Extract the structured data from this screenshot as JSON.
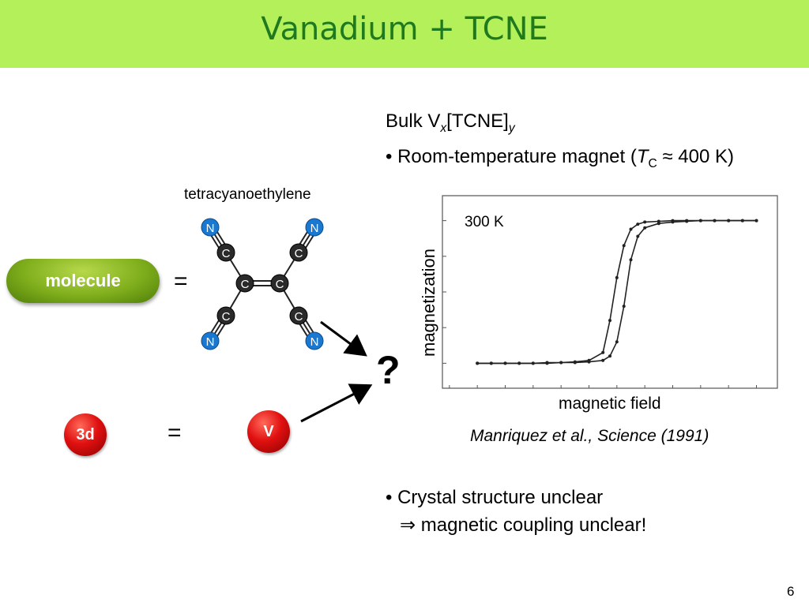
{
  "slide": {
    "title": "Vanadium + TCNE",
    "page_number": "6"
  },
  "left": {
    "molecule_caption": "tetracyanoethylene",
    "molecule_pill": "molecule",
    "equals_1": "=",
    "equals_2": "=",
    "ball_3d": "3d",
    "ball_v": "V",
    "question": "?",
    "atom_n": "N",
    "atom_c": "C"
  },
  "right": {
    "bulk_prefix": "Bulk V",
    "bulk_sub_x": "x",
    "bulk_mid": "[TCNE]",
    "bulk_sub_y": "y",
    "bullet1_prefix": "• Room-temperature magnet (",
    "bullet1_T": "T",
    "bullet1_T_sub": "C",
    "bullet1_suffix": " ≈ 400 K)",
    "citation": "Manriquez et al., Science (1991)",
    "bullet2_line1": "• Crystal structure unclear",
    "bullet2_line2": "⇒ magnetic coupling unclear!"
  },
  "chart_data": {
    "type": "line",
    "title": "300 K",
    "xlabel": "magnetic field",
    "ylabel": "magnetization",
    "series": [
      {
        "x": [
          -1.0,
          -0.9,
          -0.8,
          -0.7,
          -0.6,
          -0.5,
          -0.4,
          -0.3,
          -0.2,
          -0.1,
          -0.05,
          0.0,
          0.05,
          0.1,
          0.15,
          0.2,
          0.3,
          0.4,
          0.5,
          0.6,
          0.7,
          0.8,
          0.9,
          1.0
        ],
        "values": [
          -1.0,
          -1.0,
          -1.0,
          -1.0,
          -1.0,
          -0.99,
          -0.99,
          -0.98,
          -0.96,
          -0.85,
          -0.4,
          0.2,
          0.65,
          0.88,
          0.95,
          0.98,
          0.99,
          1.0,
          1.0,
          1.0,
          1.0,
          1.0,
          1.0,
          1.0
        ]
      },
      {
        "x": [
          -1.0,
          -0.9,
          -0.8,
          -0.7,
          -0.6,
          -0.5,
          -0.4,
          -0.3,
          -0.2,
          -0.1,
          -0.05,
          0.0,
          0.05,
          0.1,
          0.15,
          0.2,
          0.3,
          0.4,
          0.5,
          0.6,
          0.7,
          0.8,
          0.9,
          1.0
        ],
        "values": [
          -1.0,
          -1.0,
          -1.0,
          -1.0,
          -1.0,
          -1.0,
          -0.99,
          -0.99,
          -0.98,
          -0.96,
          -0.9,
          -0.7,
          -0.2,
          0.45,
          0.78,
          0.9,
          0.96,
          0.98,
          0.99,
          1.0,
          1.0,
          1.0,
          1.0,
          1.0
        ]
      }
    ],
    "xlim": [
      -1.25,
      1.15
    ],
    "ylim": [
      -1.35,
      1.35
    ],
    "grid": false,
    "colors": {
      "line": "#222222"
    }
  },
  "colors": {
    "title_bar": "#b3f05a",
    "title_text": "#1f7a1f",
    "pill_green": "#7fae1c",
    "ball_red": "#e01010",
    "atom_n_blue": "#1a78d0",
    "atom_c_dark": "#2a2a2a"
  },
  "icons": {
    "arrow_1": "arrow-icon",
    "arrow_2": "arrow-icon"
  }
}
